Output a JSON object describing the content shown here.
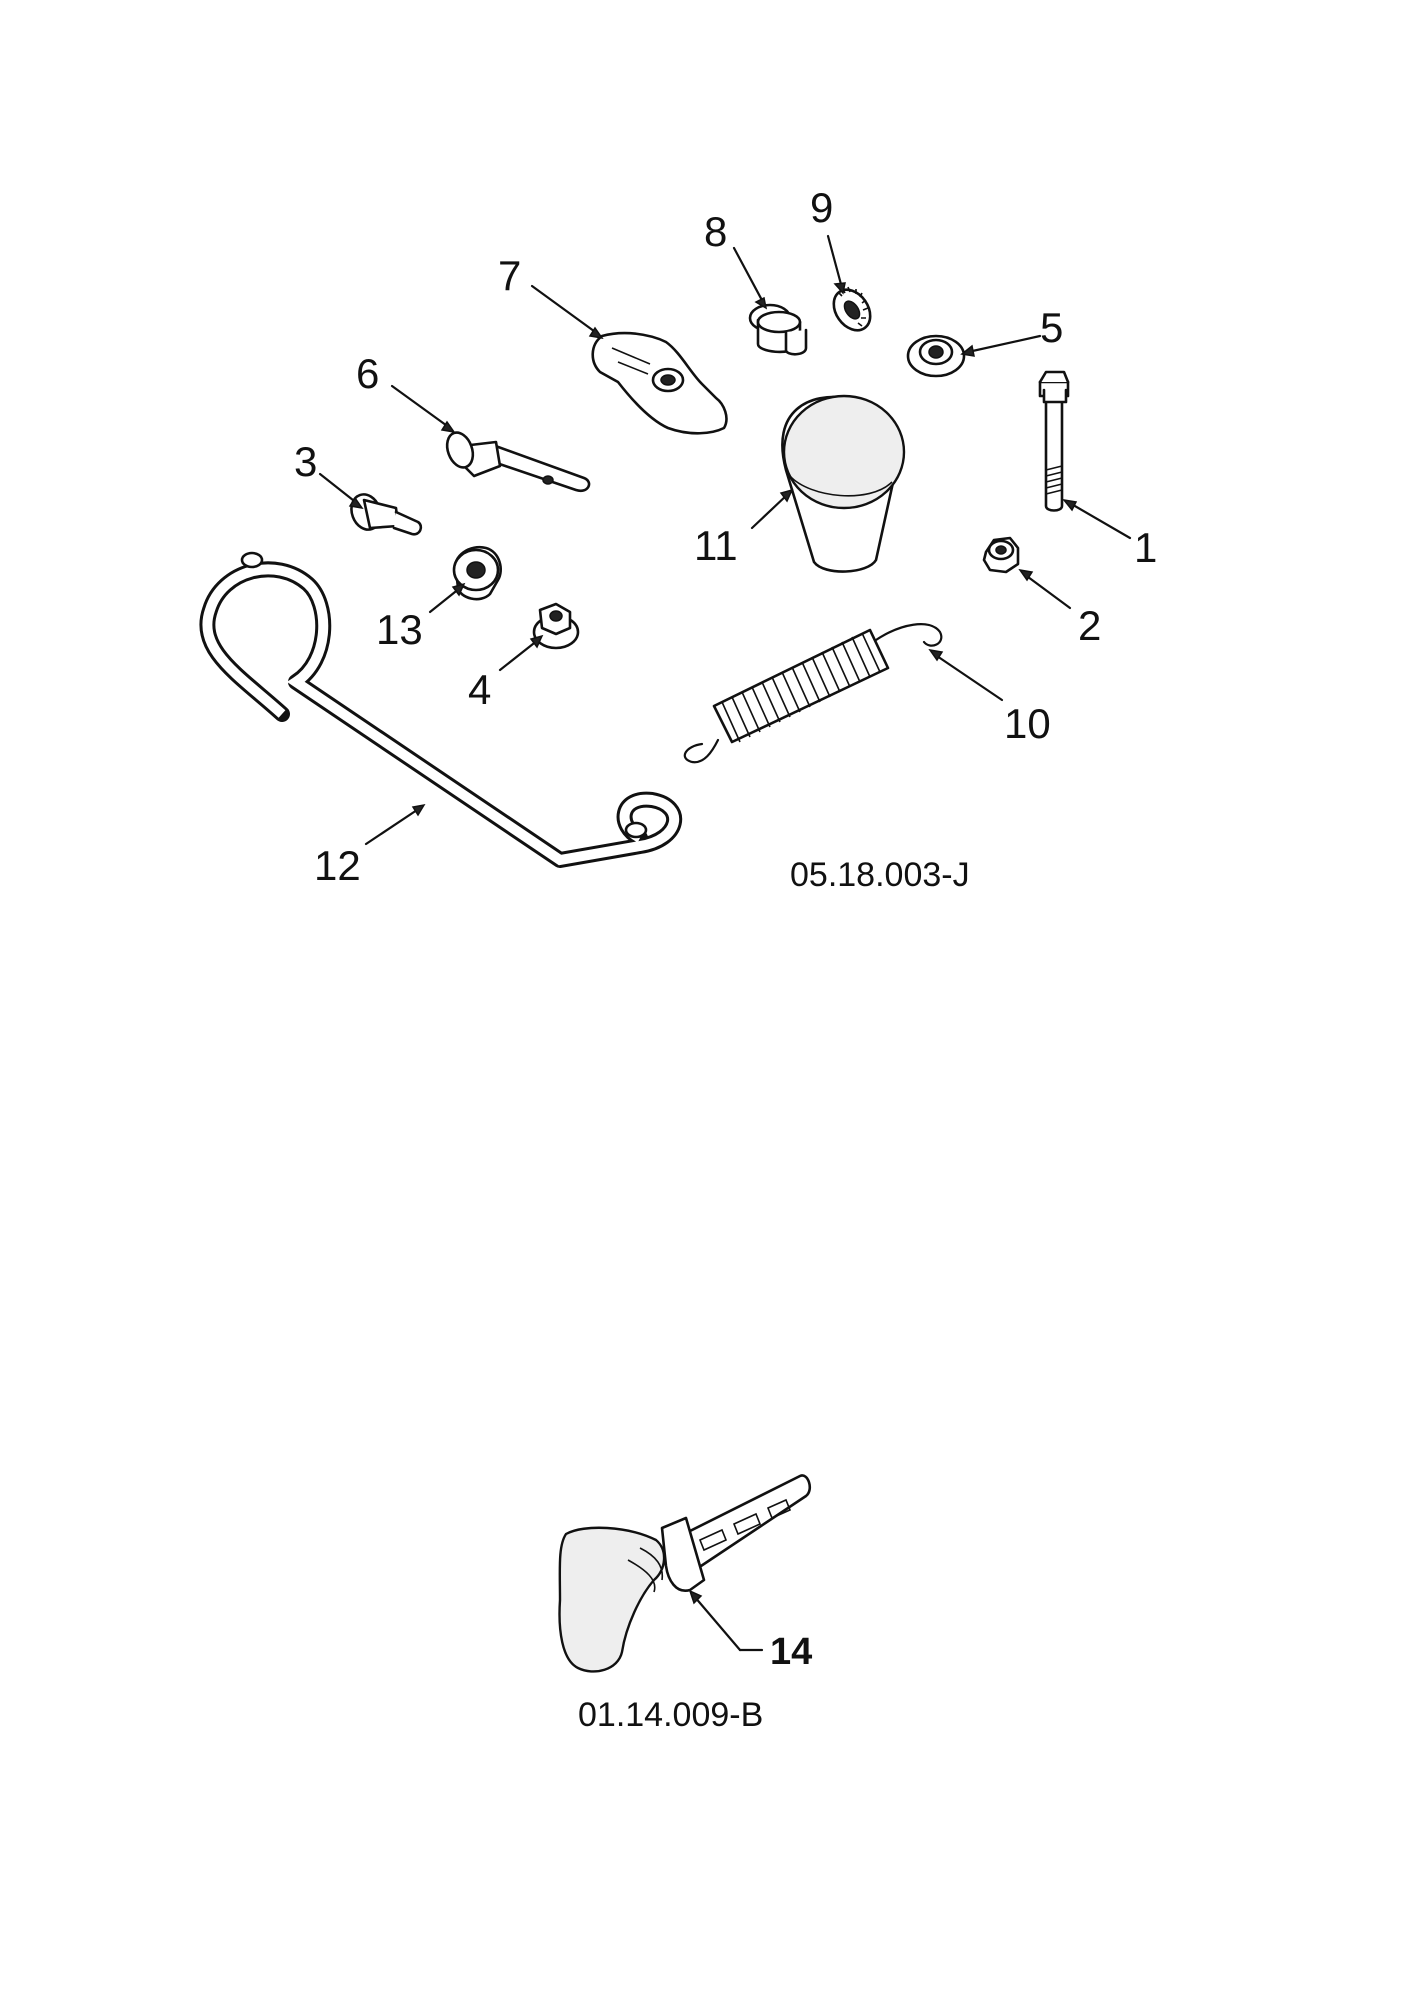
{
  "figures": [
    {
      "code": "05.18.003-J",
      "callouts": [
        "1",
        "2",
        "3",
        "4",
        "5",
        "6",
        "7",
        "8",
        "9",
        "10",
        "11",
        "12",
        "13"
      ]
    },
    {
      "code": "01.14.009-B",
      "callouts": [
        "14"
      ]
    }
  ],
  "icons": {
    "1": "bolt-icon",
    "2": "locknut-icon",
    "3": "shoulder-bolt-icon",
    "4": "flange-nut-icon",
    "5": "washer-icon",
    "6": "pin-icon",
    "7": "bracket-icon",
    "8": "bushing-icon",
    "9": "serrated-nut-icon",
    "10": "spring-icon",
    "11": "knob-icon",
    "12": "rod-icon",
    "13": "spacer-icon",
    "14": "handle-icon"
  }
}
